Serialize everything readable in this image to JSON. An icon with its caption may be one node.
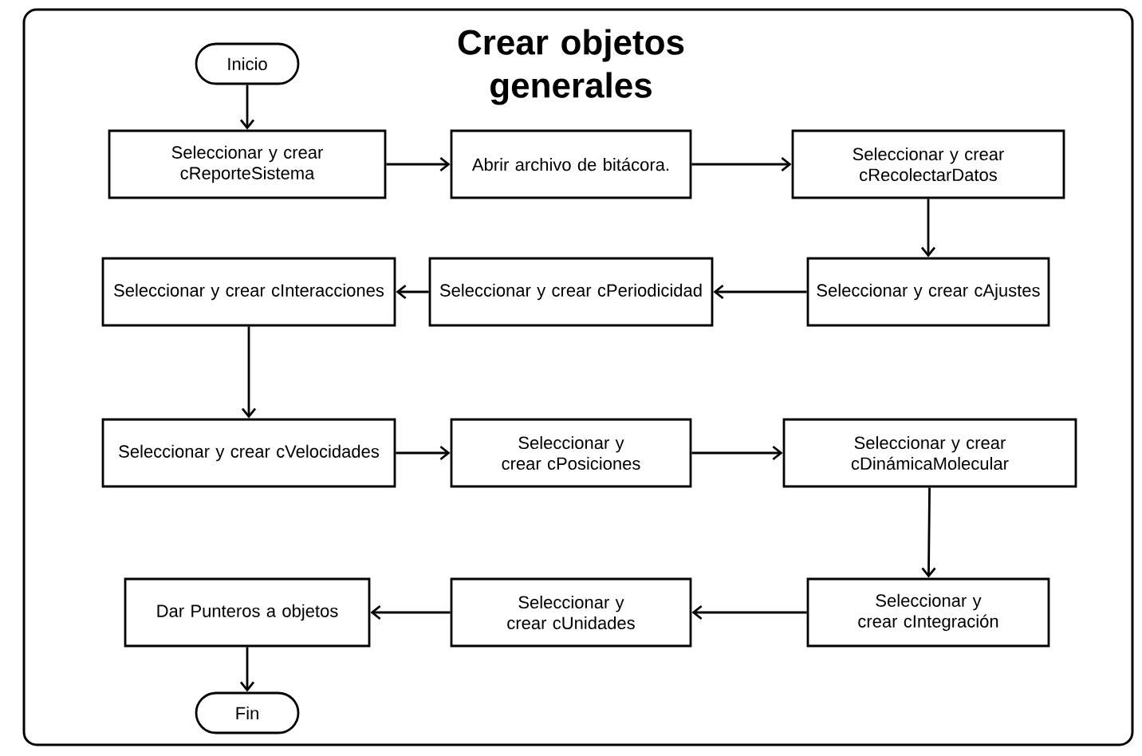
{
  "diagram": {
    "title": "Crear objetos generales",
    "nodes": [
      {
        "text": [
          "Inicio"
        ]
      },
      {
        "text": [
          "Seleccionar y crear cReporteSistema"
        ]
      },
      {
        "text": [
          "Abrir archivo de bitácora."
        ]
      },
      {
        "text": [
          "Seleccionar y crear cRecolectarDatos"
        ]
      },
      {
        "text": [
          "Seleccionar y crear cAjustes"
        ]
      },
      {
        "text": [
          "Seleccionar y crear cPeriodicidad"
        ]
      },
      {
        "text": [
          "Seleccionar y crear cInteracciones"
        ]
      },
      {
        "text": [
          "Seleccionar y crear cVelocidades"
        ]
      },
      {
        "text": [
          "Seleccionar y crear cPosiciones"
        ]
      },
      {
        "text": [
          "Seleccionar y crear cDinámicaMolecular"
        ]
      },
      {
        "text": [
          "Seleccionar y crear cIntegración"
        ]
      },
      {
        "text": [
          "Seleccionar y crear cUnidades"
        ]
      },
      {
        "text": [
          "Dar Punteros a objetos"
        ]
      },
      {
        "text": [
          "Fin"
        ]
      }
    ],
    "edges": [
      {
        "from": 0,
        "to": 1,
        "arrow": "to"
      },
      {
        "from": 1,
        "to": 2,
        "arrow": "to"
      },
      {
        "from": 2,
        "to": 3,
        "arrow": "to"
      },
      {
        "from": 3,
        "to": 4,
        "arrow": "to"
      },
      {
        "from": 4,
        "to": 5,
        "arrow": "to"
      },
      {
        "from": 5,
        "to": 6,
        "arrow": "to"
      },
      {
        "from": 6,
        "to": 7,
        "arrow": "to"
      },
      {
        "from": 7,
        "to": 8,
        "arrow": "to"
      },
      {
        "from": 8,
        "to": 9,
        "arrow": "to"
      },
      {
        "from": 9,
        "to": 10,
        "arrow": "to"
      },
      {
        "from": 10,
        "to": 11,
        "arrow": "to"
      },
      {
        "from": 11,
        "to": 12,
        "arrow": "to"
      },
      {
        "from": 12,
        "to": 13,
        "arrow": "to"
      }
    ]
  }
}
